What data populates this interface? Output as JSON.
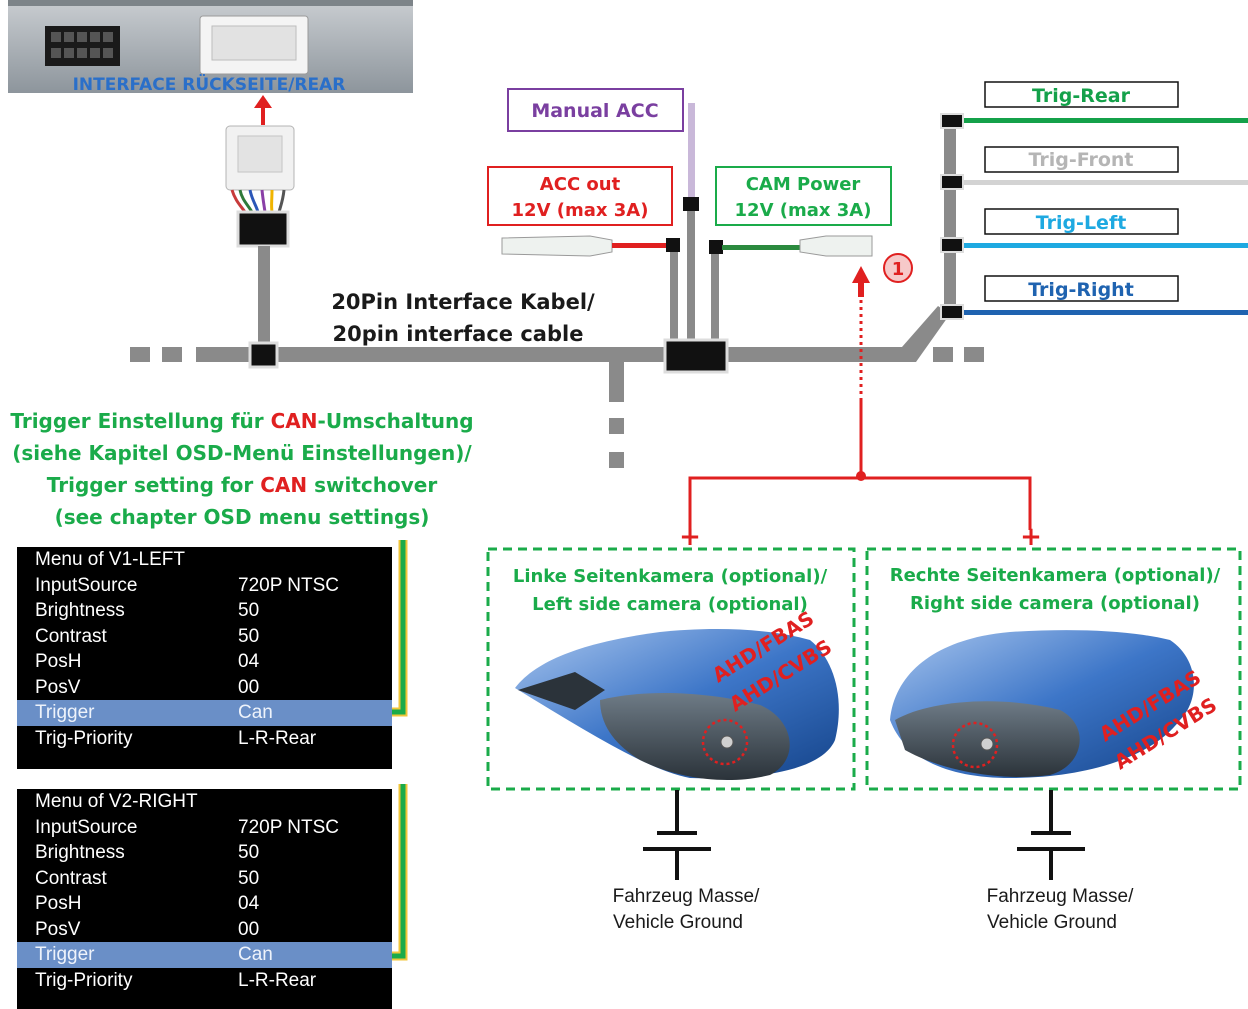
{
  "interface": {
    "rear_label": "INTERFACE RÜCKSEITE/REAR"
  },
  "cable": {
    "label_de": "20Pin Interface Kabel/",
    "label_en": "20pin interface cable"
  },
  "wires": {
    "manual_acc": "Manual ACC",
    "acc_out_line1": "ACC out",
    "acc_out_line2": "12V (max 3A)",
    "cam_power_line1": "CAM Power",
    "cam_power_line2": "12V (max 3A)",
    "marker": "1"
  },
  "triggers": [
    {
      "label": "Trig-Rear",
      "color": "#14a14a"
    },
    {
      "label": "Trig-Front",
      "color": "#c8c8c8"
    },
    {
      "label": "Trig-Left",
      "color": "#1ea9e1"
    },
    {
      "label": "Trig-Right",
      "color": "#1f63b0"
    }
  ],
  "trigger_note": {
    "line1_a": "Trigger Einstellung für ",
    "line1_b": "CAN",
    "line1_c": "-Umschaltung",
    "line2": "(siehe Kapitel OSD-Menü Einstellungen)/",
    "line3_a": "Trigger setting for ",
    "line3_b": "CAN",
    "line3_c": " switchover",
    "line4": "(see chapter OSD menu settings)"
  },
  "menus": [
    {
      "title": "Menu of V1-LEFT",
      "rows": [
        {
          "key": "InputSource",
          "value": "720P NTSC"
        },
        {
          "key": "Brightness",
          "value": "50"
        },
        {
          "key": "Contrast",
          "value": "50"
        },
        {
          "key": "PosH",
          "value": "04"
        },
        {
          "key": "PosV",
          "value": "00"
        },
        {
          "key": "Trigger",
          "value": "Can",
          "highlight": true
        },
        {
          "key": "Trig-Priority",
          "value": "L-R-Rear"
        }
      ]
    },
    {
      "title": "Menu of V2-RIGHT",
      "rows": [
        {
          "key": "InputSource",
          "value": "720P NTSC"
        },
        {
          "key": "Brightness",
          "value": "50"
        },
        {
          "key": "Contrast",
          "value": "50"
        },
        {
          "key": "PosH",
          "value": "04"
        },
        {
          "key": "PosV",
          "value": "00"
        },
        {
          "key": "Trigger",
          "value": "Can",
          "highlight": true
        },
        {
          "key": "Trig-Priority",
          "value": "L-R-Rear"
        }
      ]
    }
  ],
  "cameras": {
    "left": {
      "title_de": "Linke Seitenkamera (optional)/",
      "title_en": "Left side camera (optional)",
      "tag1": "AHD/FBAS",
      "tag2": "AHD/CVBS",
      "plus": "+"
    },
    "right": {
      "title_de": "Rechte Seitenkamera (optional)/",
      "title_en": "Right side camera (optional)",
      "tag1": "AHD/FBAS",
      "tag2": "AHD/CVBS",
      "plus": "+"
    }
  },
  "ground": {
    "line1": "Fahrzeug Masse/",
    "line2": "Vehicle Ground"
  },
  "colors": {
    "accent_green": "#1aab4a",
    "accent_red": "#e02020",
    "cable_gray": "#8a8a8a",
    "manual_acc_purple": "#7a3fa0"
  }
}
